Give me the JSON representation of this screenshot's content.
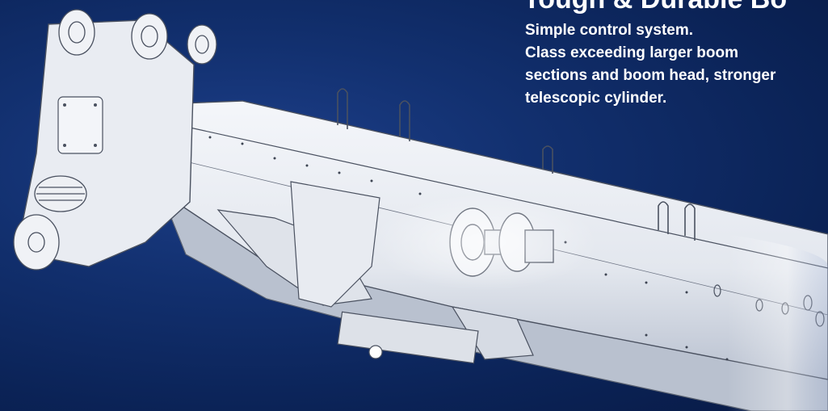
{
  "headline": {
    "text": "Tough & Durable Bo",
    "color": "#ffffff"
  },
  "description": {
    "lines": [
      "Simple control system.",
      "Class exceeding larger boom",
      "sections and boom head, stronger",
      "telescopic cylinder."
    ]
  },
  "colors": {
    "background": "#0b2357",
    "boom_body": "#e9ecf2",
    "boom_shadow": "#aab3c4",
    "line_art": "#4a5160"
  }
}
